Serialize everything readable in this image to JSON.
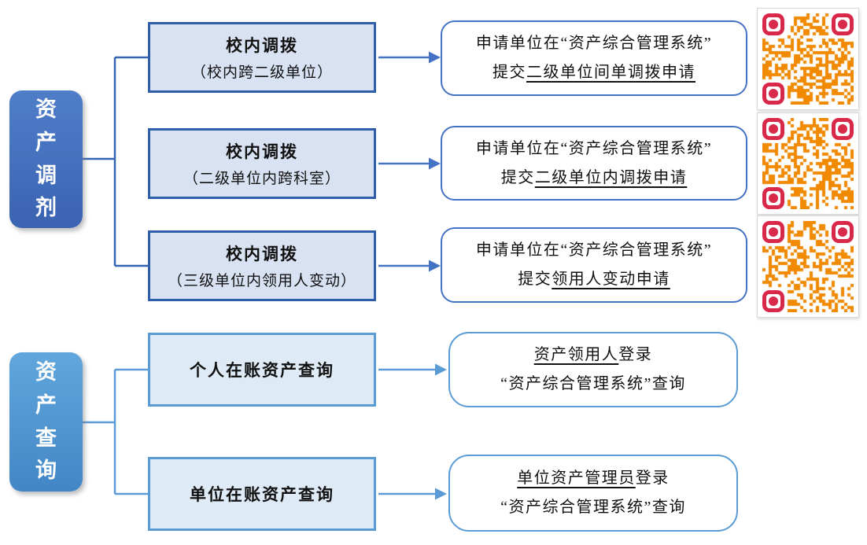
{
  "sections": [
    {
      "label": "资产调剂",
      "branches": [
        {
          "node": {
            "title": "校内调拨",
            "subtitle": "（校内跨二级单位）"
          },
          "result": {
            "line1": {
              "pre": "申请单位在“资产综合管理系统”",
              "underline": "",
              "post": ""
            },
            "line2": {
              "pre": "提交",
              "underline": "二级单位间单调拨申请",
              "post": ""
            }
          },
          "qr": {
            "present": true
          }
        },
        {
          "node": {
            "title": "校内调拨",
            "subtitle": "（二级单位内跨科室）"
          },
          "result": {
            "line1": {
              "pre": "申请单位在“资产综合管理系统”",
              "underline": "",
              "post": ""
            },
            "line2": {
              "pre": "提交",
              "underline": "二级单位内调拨申请",
              "post": ""
            }
          },
          "qr": {
            "present": true
          }
        },
        {
          "node": {
            "title": "校内调拨",
            "subtitle": "（三级单位内领用人变动）"
          },
          "result": {
            "line1": {
              "pre": "申请单位在“资产综合管理系统”",
              "underline": "",
              "post": ""
            },
            "line2": {
              "pre": "提交",
              "underline": "领用人变动申请",
              "post": ""
            }
          },
          "qr": {
            "present": true
          }
        }
      ]
    },
    {
      "label": "资产查询",
      "branches": [
        {
          "node": {
            "title": "个人在账资产查询",
            "subtitle": ""
          },
          "result": {
            "line1": {
              "pre": "",
              "underline": "资产领用人",
              "post": "登录"
            },
            "line2": {
              "pre": "“资产综合管理系统”查询",
              "underline": "",
              "post": ""
            }
          },
          "qr": {
            "present": false
          }
        },
        {
          "node": {
            "title": "单位在账资产查询",
            "subtitle": ""
          },
          "result": {
            "line1": {
              "pre": "",
              "underline": "单位资产管理员",
              "post": "登录"
            },
            "line2": {
              "pre": "“资产综合管理系统”查询",
              "underline": "",
              "post": ""
            }
          },
          "qr": {
            "present": false
          }
        }
      ]
    }
  ],
  "colors": {
    "section1_border": "#2E5DA9",
    "section1_line": "#3565B1",
    "section1_arrow": "#4472C4",
    "section1_node_fill": "#D9E2F3",
    "section1_pill_top": "#4F7EC9",
    "section1_pill_bottom": "#3A63B2",
    "section2_accent": "#5B9BD5",
    "section2_node_fill": "#DEEBF7",
    "section2_pill_top": "#61A7DD",
    "section2_pill_bottom": "#4286C6",
    "qr_module": "#F18A00",
    "qr_finder": "#D9294B",
    "text": "#111111"
  }
}
